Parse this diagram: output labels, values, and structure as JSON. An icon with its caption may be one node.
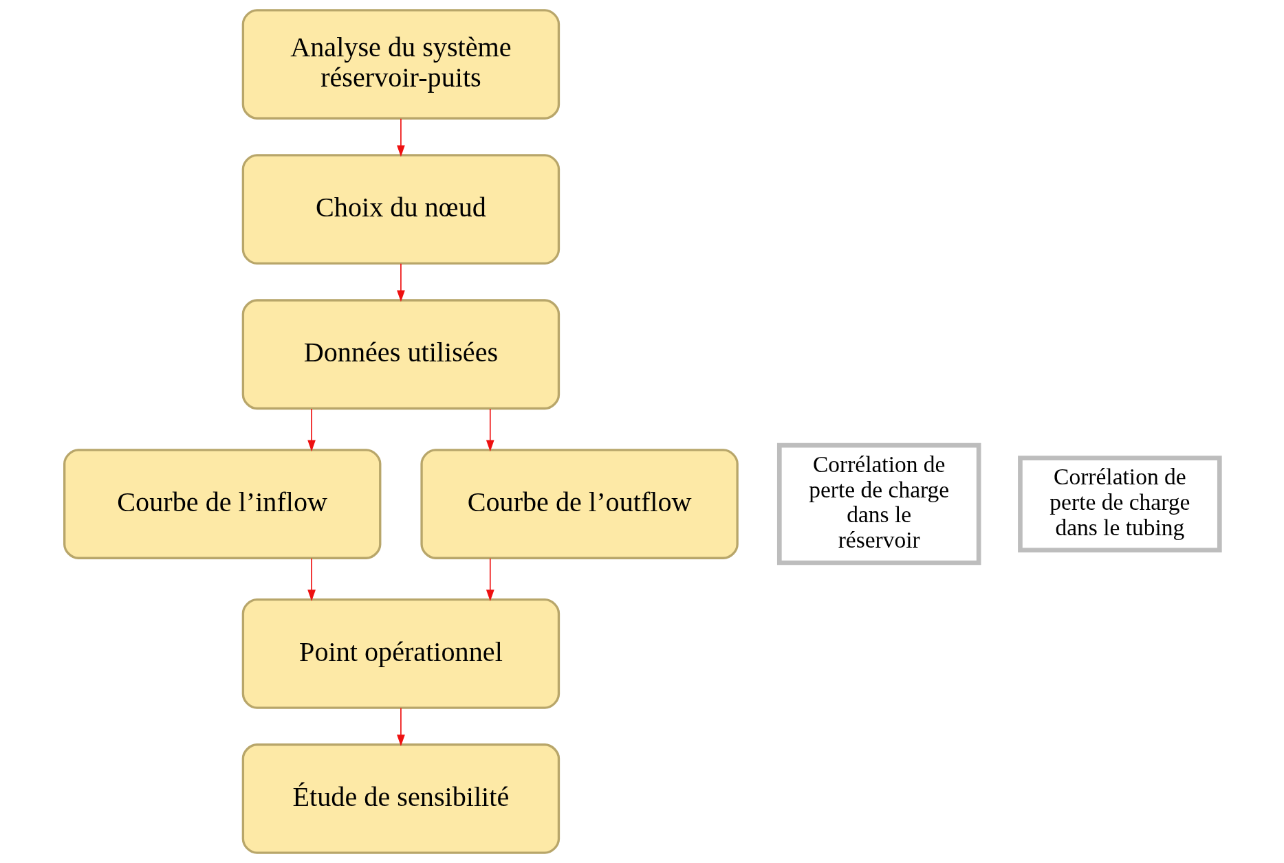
{
  "diagram": {
    "nodes": [
      {
        "text": [
          "Analyse du système réservoir-puits"
        ]
      },
      {
        "text": [
          "Choix du nœud"
        ]
      },
      {
        "text": [
          "Données utilisées"
        ]
      },
      {
        "text": [
          "Corrélation de perte de charge dans le réservoir"
        ]
      },
      {
        "text": [
          "Courbe de l’inflow"
        ]
      },
      {
        "text": [
          "Courbe de l’outflow"
        ]
      },
      {
        "text": [
          "Corrélation de perte de charge dans le tubing"
        ]
      },
      {
        "text": [
          "Point opérationnel"
        ]
      },
      {
        "text": [
          "Étude de sensibilité"
        ]
      }
    ],
    "edges": [
      {
        "from": 0,
        "to": 1,
        "arrow": "to"
      },
      {
        "from": 1,
        "to": 2,
        "arrow": "to"
      },
      {
        "from": 2,
        "to": 4,
        "arrow": "to"
      },
      {
        "from": 2,
        "to": 5,
        "arrow": "to"
      },
      {
        "from": 4,
        "to": 7,
        "arrow": "to"
      },
      {
        "from": 5,
        "to": 7,
        "arrow": "to"
      },
      {
        "from": 7,
        "to": 8,
        "arrow": "to"
      }
    ]
  }
}
